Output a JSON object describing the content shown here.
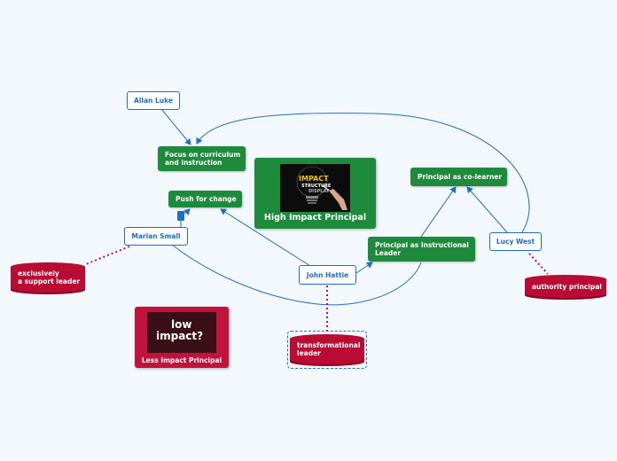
{
  "colors": {
    "blue": "#1d6fc2",
    "green": "#1e8a3c",
    "red": "#b90b33",
    "background": "#f3f8fd"
  },
  "nodes": {
    "allan_luke": "Allan Luke",
    "focus_curriculum_line1": "Focus on curriculum",
    "focus_curriculum_line2": "and instruction",
    "push_for_change": "Push for change",
    "marian_small": "Marian Small",
    "exclusively_line1": "exclusively",
    "exclusively_line2": "a support leader",
    "john_hattie": "John Hattie",
    "transformational_line1": "transformational",
    "transformational_line2": "leader",
    "principal_instructional_line1": "Principal as Instructional",
    "principal_instructional_line2": "Leader",
    "principal_colearner": "Principal as co-learner",
    "lucy_west": "Lucy West",
    "authority_principal": "authority principal"
  },
  "images": {
    "high_impact": {
      "caption": "High Impact Principal",
      "picture_word": "IMPACT",
      "picture_subword": "STRUCTURE",
      "picture_subword2": "DISPLAY"
    },
    "less_impact": {
      "caption": "Less Impact Principal",
      "picture_line1": "low",
      "picture_line2": "impact?"
    }
  }
}
